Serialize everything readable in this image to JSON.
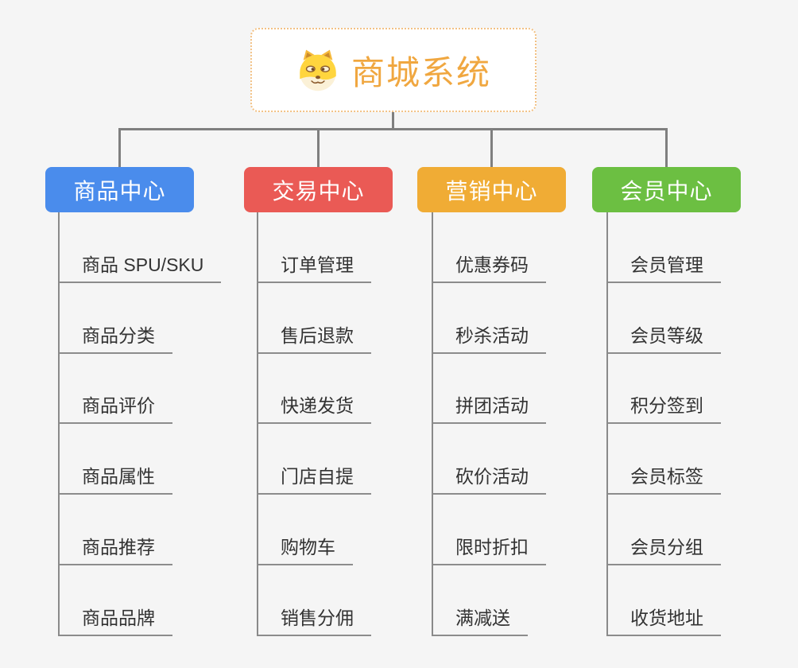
{
  "page": {
    "background": "#F5F5F5",
    "connector_color": "#7F7F7F"
  },
  "root": {
    "title": "商城系统",
    "title_color": "#F0A740",
    "border_color": "#F2C184",
    "icon": "doge-icon"
  },
  "branches": [
    {
      "label": "商品中心",
      "color": "#4A8CEC",
      "children": [
        "商品 SPU/SKU",
        "商品分类",
        "商品评价",
        "商品属性",
        "商品推荐",
        "商品品牌"
      ]
    },
    {
      "label": "交易中心",
      "color": "#EA5A55",
      "children": [
        "订单管理",
        "售后退款",
        "快递发货",
        "门店自提",
        "购物车",
        "销售分佣"
      ]
    },
    {
      "label": "营销中心",
      "color": "#F0AC35",
      "children": [
        "优惠券码",
        "秒杀活动",
        "拼团活动",
        "砍价活动",
        "限时折扣",
        "满减送"
      ]
    },
    {
      "label": "会员中心",
      "color": "#6CBF42",
      "children": [
        "会员管理",
        "会员等级",
        "积分签到",
        "会员标签",
        "会员分组",
        "收货地址"
      ]
    }
  ]
}
